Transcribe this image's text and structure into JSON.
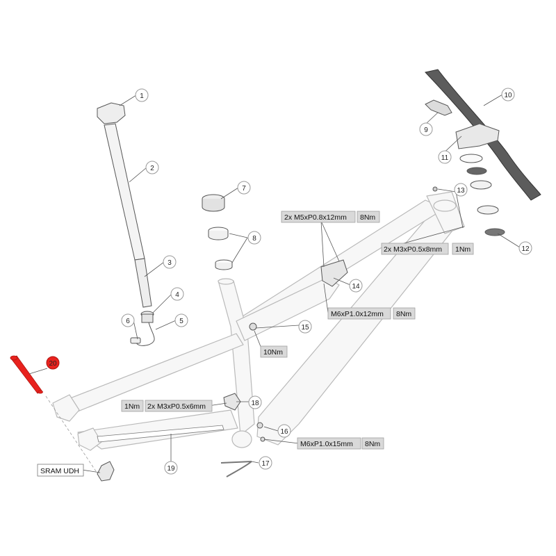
{
  "colors": {
    "frame_fill": "#f7f7f7",
    "frame_stroke": "#b9b9b9",
    "part_stroke": "#555555",
    "callout_circle": "#ffffff",
    "callout_stroke": "#999999",
    "highlight": "#e8221e",
    "spec_bg": "#d9d9d9",
    "spec_border": "#a0a0a0"
  },
  "callouts": [
    "1",
    "2",
    "3",
    "4",
    "5",
    "6",
    "7",
    "8",
    "9",
    "10",
    "11",
    "12",
    "13",
    "14",
    "15",
    "16",
    "17",
    "18",
    "19",
    "20"
  ],
  "highlighted_callout": "20",
  "specs": {
    "top_tube_bolt": {
      "size": "2x M5xP0.8x12mm",
      "torque": "8Nm"
    },
    "headtube_screw": {
      "size": "2x M3xP0.5x8mm",
      "torque": "1Nm"
    },
    "shock_mount_bolt": {
      "size": "M6xP1.0x12mm",
      "torque": "8Nm"
    },
    "pivot_torque": {
      "torque": "10Nm"
    },
    "chainstay_screw": {
      "size": "2x M3xP0.5x6mm",
      "torque": "1Nm"
    },
    "bb_bolt": {
      "size": "M6xP1.0x15mm",
      "torque": "8Nm"
    }
  },
  "labels": {
    "derailleur_hanger": "SRAM UDH"
  }
}
